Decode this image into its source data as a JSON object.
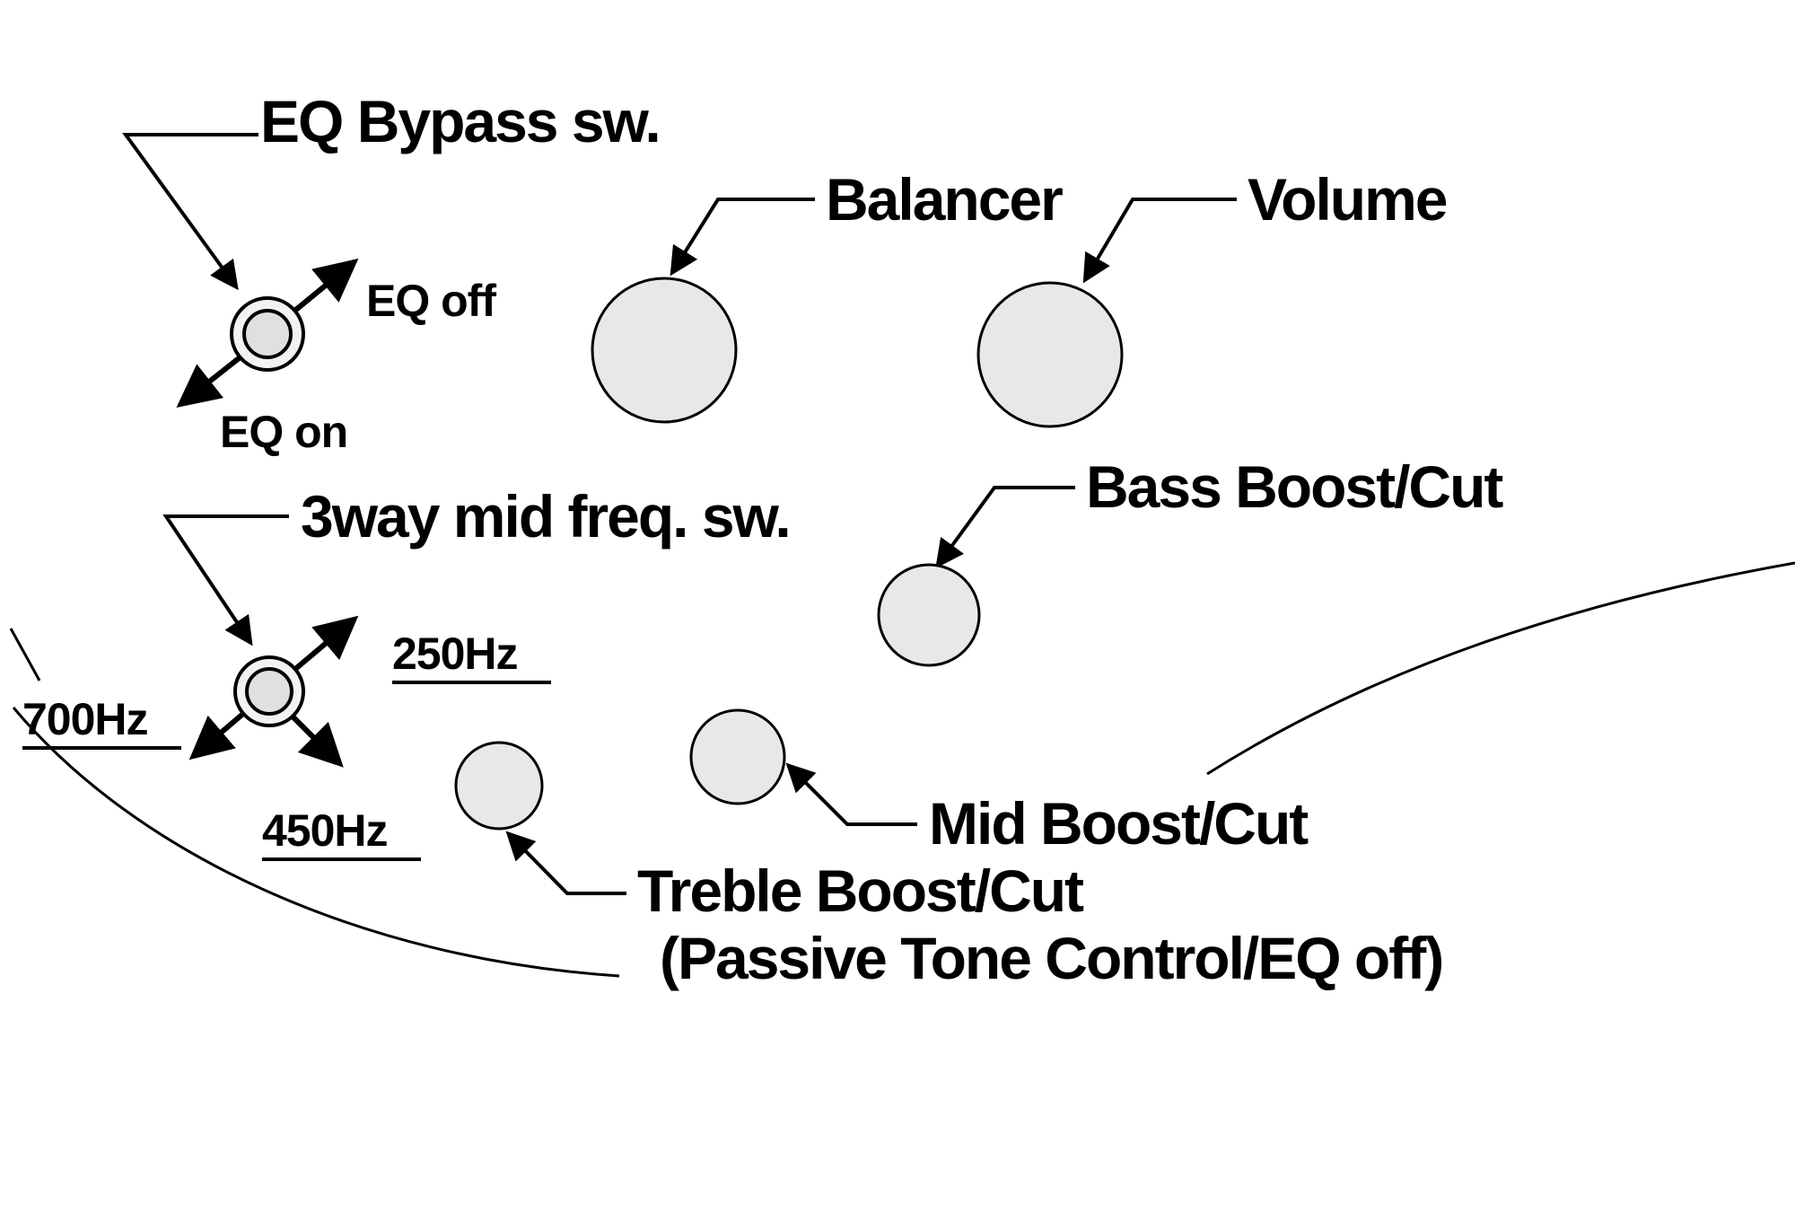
{
  "diagram": {
    "type": "bass-guitar-control-layout",
    "labels": {
      "eq_bypass": "EQ Bypass sw.",
      "eq_off": "EQ off",
      "eq_on": "EQ on",
      "balancer": "Balancer",
      "volume": "Volume",
      "bass_boost_cut": "Bass Boost/Cut",
      "mid_freq_switch": "3way mid freq. sw.",
      "freq_250": "250Hz",
      "freq_700": "700Hz",
      "freq_450": "450Hz",
      "mid_boost_cut": "Mid Boost/Cut",
      "treble_boost_cut": "Treble Boost/Cut",
      "treble_note": "(Passive Tone Control/EQ off)"
    },
    "colors": {
      "background": "#ffffff",
      "line": "#000000",
      "knob_fill": "#e8e8e8",
      "switch_outer_fill": "#f2f2f2",
      "switch_inner_fill": "#e0e0e0"
    }
  }
}
